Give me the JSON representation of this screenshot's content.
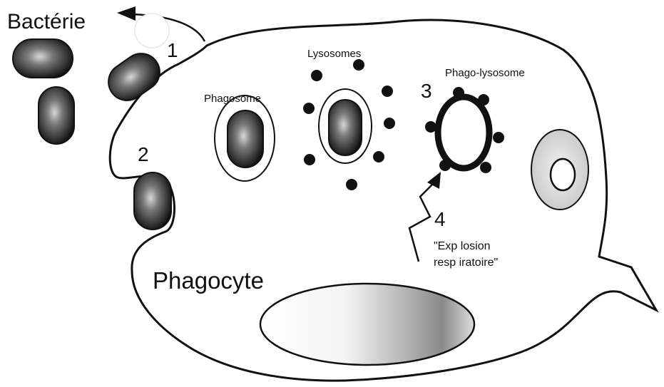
{
  "labels": {
    "bacterie": "Bactérie",
    "step1": "1",
    "step2": "2",
    "step3": "3",
    "step4": "4",
    "phagosome": "Phagosome",
    "lysosomes": "Lysosomes",
    "phagolysosome": "Phago-lysosome",
    "explosion_line1": "\"Exp losion",
    "explosion_line2": "resp iratoire\"",
    "phagocyte": "Phagocyte"
  },
  "colors": {
    "ink": "#111111",
    "background": "#ffffff",
    "stipple": "#999999"
  }
}
